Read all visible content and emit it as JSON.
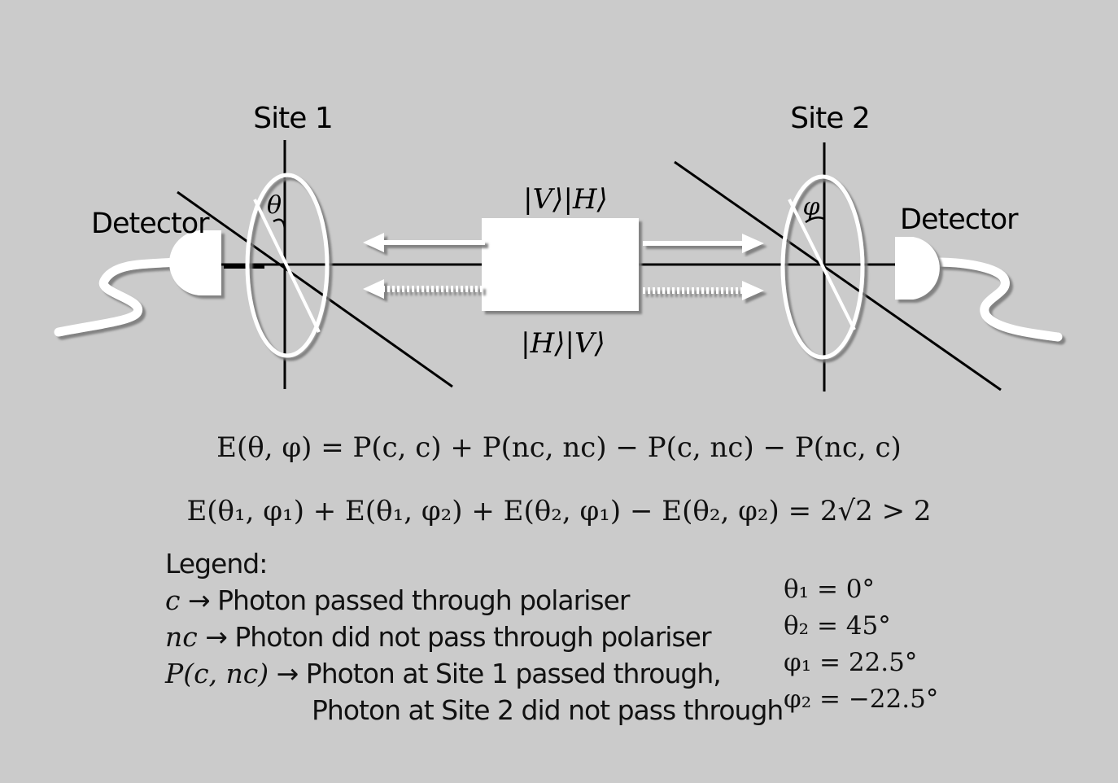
{
  "diagram": {
    "site1_label": "Site 1",
    "site2_label": "Site 2",
    "detector_left_label": "Detector",
    "detector_right_label": "Detector",
    "angle_site1": "θ",
    "angle_site2": "φ",
    "state_top": "|V⟩|H⟩",
    "state_bottom": "|H⟩|V⟩"
  },
  "equations": {
    "correlation": "E(θ, φ) = P(c, c) + P(nc, nc) − P(c, nc) − P(nc, c)",
    "chsh": "E(θ₁, φ₁) + E(θ₁, φ₂) + E(θ₂, φ₁) − E(θ₂, φ₂) = 2√2 > 2"
  },
  "legend": {
    "title": "Legend:",
    "items": [
      {
        "symbol": "c",
        "text": "→ Photon passed through polariser"
      },
      {
        "symbol": "nc",
        "text": "→ Photon did not pass through polariser"
      },
      {
        "symbol": "P(c, nc)",
        "text": "→ Photon at Site 1 passed through,"
      }
    ],
    "continuation": "Photon at Site 2 did not pass through"
  },
  "angles": [
    "θ₁ = 0°",
    "θ₂ = 45°",
    "φ₁ = 22.5°",
    "φ₂ = −22.5°"
  ],
  "colors": {
    "background": "#cbcbcb",
    "foreground": "#000000",
    "shape_fill": "#ffffff",
    "shadow": "#8a8a8a"
  }
}
